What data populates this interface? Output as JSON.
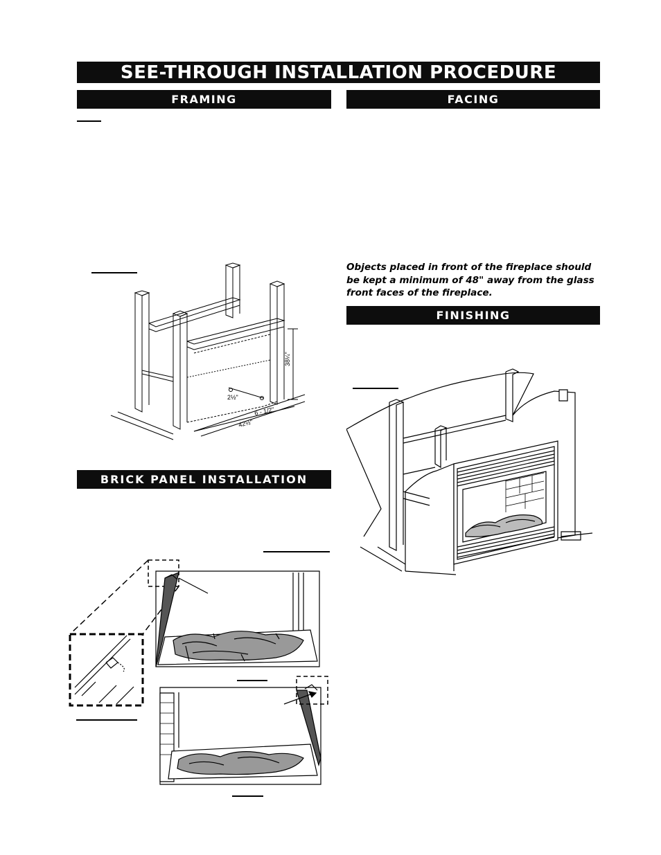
{
  "page": {
    "title": "SEE-THROUGH INSTALLATION PROCEDURE",
    "sections": {
      "framing": "FRAMING",
      "facing": "FACING",
      "finishing": "FINISHING",
      "brick": "BRICK PANEL INSTALLATION"
    },
    "facing_note": "Objects placed in front of the fireplace should be kept a minimum of 48\" away from the glass front faces of the fireplace.",
    "framing_dimensions": {
      "height": "38¼\"",
      "offset": "2½\"",
      "center": "6 - 1/2\"",
      "width": "42½\""
    }
  }
}
